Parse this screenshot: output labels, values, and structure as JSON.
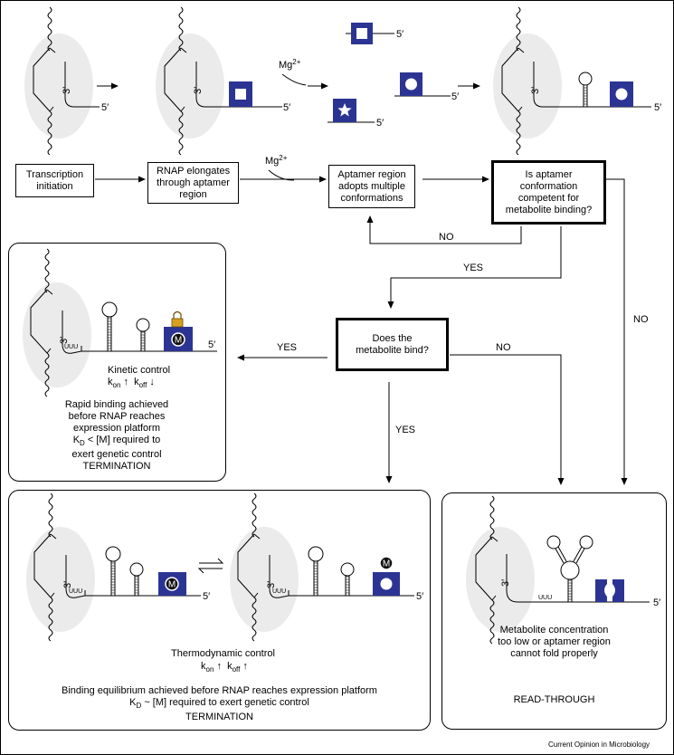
{
  "steps": {
    "initiation": [
      "Transcription",
      "initiation"
    ],
    "elongates": [
      "RNAP elongates",
      "through aptamer",
      "region"
    ],
    "adopts": [
      "Aptamer region",
      "adopts multiple",
      "conformations"
    ],
    "competent": [
      "Is aptamer",
      "conformation",
      "competent for",
      "metabolite binding?"
    ],
    "bind": [
      "Does the",
      "metabolite bind?"
    ]
  },
  "mg": {
    "base": "Mg",
    "sup": "2+"
  },
  "labels": {
    "prime3": "3′",
    "prime5": "5′",
    "no": "NO",
    "yes": "YES",
    "metabolite": "M"
  },
  "kinetic": {
    "title": "Kinetic control",
    "k": "k",
    "on": "on",
    "off": "off",
    "lines": [
      "Rapid binding achieved",
      "before RNAP reaches",
      "expression platform"
    ],
    "kd_k": "K",
    "kd_sub": "D",
    "kd_rest": " < [M] required to",
    "line_after": "exert genetic control",
    "outcome": "TERMINATION"
  },
  "thermo": {
    "title": "Thermodynamic control",
    "line1": "Binding equilibrium achieved before RNAP reaches expression platform",
    "kd_k": "K",
    "kd_sub": "D",
    "kd_rest": " ~ [M] required to exert genetic control",
    "outcome": "TERMINATION"
  },
  "readthrough": {
    "lines": [
      "Metabolite concentration",
      "too low or aptamer region",
      "cannot fold properly"
    ],
    "outcome": "READ-THROUGH"
  },
  "credit": "Current Opinion in Microbiology",
  "colors": {
    "aptamer": "#2c3493",
    "rnap": "#ebebeb",
    "lock": "#d8a020"
  }
}
